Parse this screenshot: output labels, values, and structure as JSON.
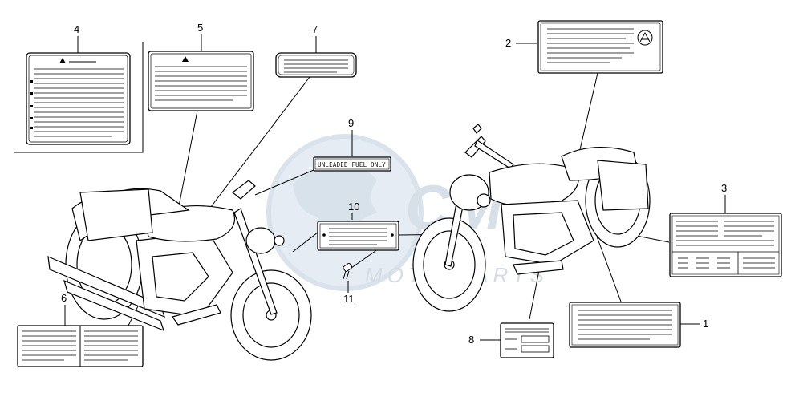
{
  "diagram": {
    "callouts": [
      {
        "id": "c1",
        "number": "1"
      },
      {
        "id": "c2",
        "number": "2"
      },
      {
        "id": "c3",
        "number": "3"
      },
      {
        "id": "c4",
        "number": "4"
      },
      {
        "id": "c5",
        "number": "5"
      },
      {
        "id": "c6",
        "number": "6"
      },
      {
        "id": "c7",
        "number": "7"
      },
      {
        "id": "c8",
        "number": "8"
      },
      {
        "id": "c9",
        "number": "9"
      },
      {
        "id": "c10",
        "number": "10"
      },
      {
        "id": "c11",
        "number": "11"
      }
    ],
    "label_9_text": "UNLEADED FUEL ONLY"
  },
  "watermark": {
    "brand": "MOTO PARTS",
    "logo_letters": "CMS",
    "color": "#cfd9e3"
  }
}
